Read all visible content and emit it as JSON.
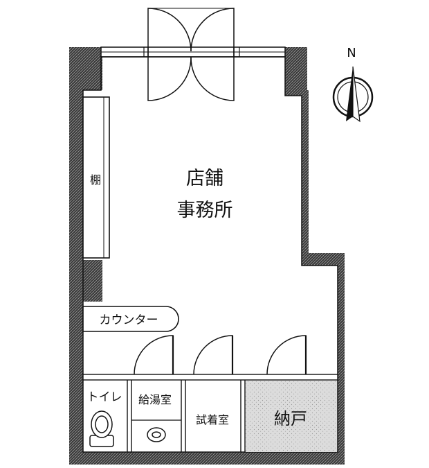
{
  "compass": {
    "north_label": "N"
  },
  "rooms": {
    "main": {
      "line1": "店舗",
      "line2": "事務所"
    },
    "shelf": "棚",
    "counter": "カウンター",
    "toilet": "トイレ",
    "kitchenette": "給湯室",
    "fitting_room": "試着室",
    "storage": "納戸"
  }
}
